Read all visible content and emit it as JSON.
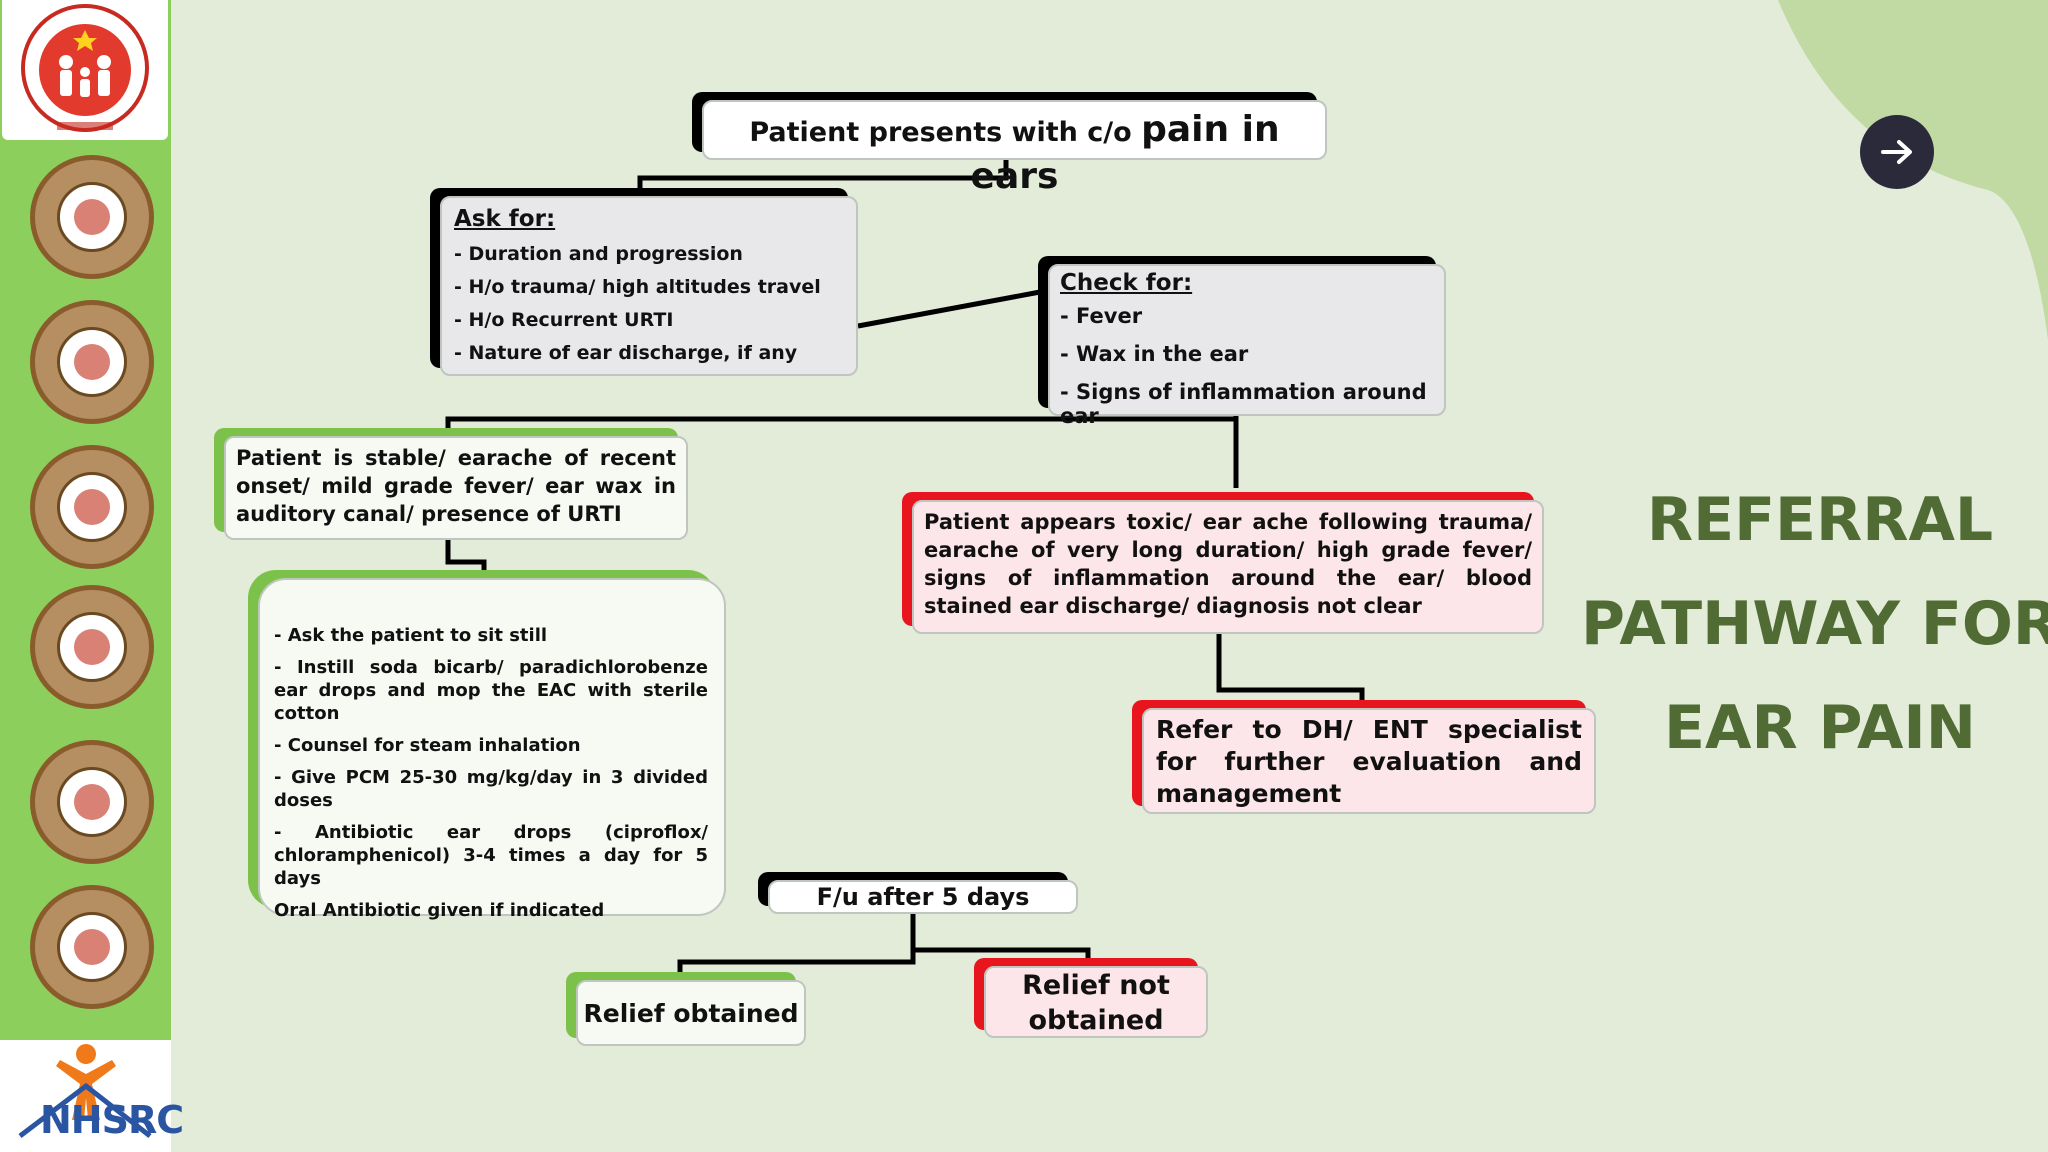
{
  "sidebar": {
    "top_logo_icon": "national-health-mission-logo",
    "icons": [
      "consultation-icon",
      "family-icon",
      "group-icon",
      "mother-child-icon",
      "caregiver-icon",
      "bedside-care-icon"
    ],
    "bottom_logo_text": "NHSRC"
  },
  "nav": {
    "next_icon": "arrow-right-icon",
    "next_label": "→"
  },
  "title": {
    "line1": "REFERRAL",
    "line2": "PATHWAY FOR",
    "line3": "EAR PAIN"
  },
  "flow": {
    "start": {
      "prefix": "Patient presents with c/o ",
      "emphasis": "pain in ears"
    },
    "ask": {
      "header": "Ask for:",
      "items": [
        "- Duration and progression",
        "- H/o trauma/ high altitudes travel",
        "- H/o Recurrent URTI",
        "- Nature of ear discharge, if any"
      ]
    },
    "check": {
      "header": "Check for:",
      "items": [
        "- Fever",
        "- Wax in the ear",
        "- Signs of inflammation around ear"
      ]
    },
    "stable": "Patient is stable/ earache of recent onset/ mild grade fever/ ear wax in auditory canal/ presence of URTI",
    "treatment": {
      "items": [
        "- Ask the patient to sit still",
        "- Instill soda bicarb/ paradichlorobenze ear drops and mop the EAC with sterile cotton",
        "- Counsel for steam inhalation",
        "- Give PCM 25-30 mg/kg/day in 3 divided doses",
        "- Antibiotic ear drops (ciproflox/ chloramphenicol) 3-4 times a day for 5 days",
        "Oral Antibiotic given if indicated"
      ]
    },
    "toxic": "Patient appears toxic/ ear ache following trauma/ earache of very long duration/ high grade fever/ signs of inflammation around the ear/ blood stained ear discharge/ diagnosis not clear",
    "refer": "Refer to DH/ ENT specialist for further evaluation and management",
    "followup": "F/u after 5 days",
    "relief": "Relief obtained",
    "no_relief": "Relief not obtained"
  },
  "colors": {
    "background": "#e3ecd9",
    "sidebar": "#8ccf5c",
    "title": "#506b33",
    "red_accent": "#e8141e",
    "green_accent": "#7cc24a",
    "black_accent": "#000000"
  }
}
